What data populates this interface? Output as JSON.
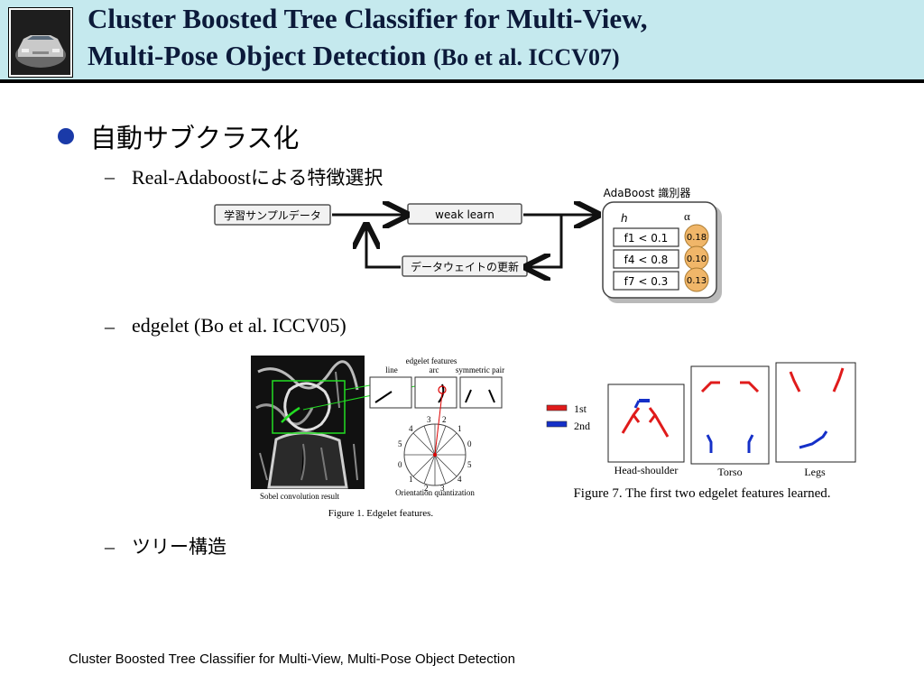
{
  "header": {
    "title_line1": "Cluster Boosted Tree Classifier for Multi-View,",
    "title_line2": "Multi-Pose Object Detection",
    "citation": "(Bo et al. ICCV07)"
  },
  "bullets": {
    "main": "自動サブクラス化",
    "sub1": {
      "latin": "Real-Adaboost",
      "jp": "による特徴選択"
    },
    "sub2": "edgelet (Bo et al. ICCV05)",
    "sub3": "ツリー構造",
    "dash": "–"
  },
  "adaboost_diagram": {
    "input_box": "学習サンプルデータ",
    "weak_learn": "weak learn",
    "update": "データウェイトの更新",
    "classifier_title": "AdaBoost 識別器",
    "h_label": "h",
    "alpha_label": "α",
    "features": [
      {
        "cond": "f1 < 0.1",
        "alpha": "0.18"
      },
      {
        "cond": "f4 < 0.8",
        "alpha": "0.10"
      },
      {
        "cond": "f7 < 0.3",
        "alpha": "0.13"
      }
    ]
  },
  "figure1": {
    "edgelet_features": "edgelet features",
    "line": "line",
    "arc": "arc",
    "symmetric_pair": "symmetric pair",
    "sobel_caption": "Sobel convolution result",
    "orientation_caption": "Orientation quantization",
    "caption": "Figure 1. Edgelet features.",
    "dial_numbers": [
      "3",
      "2",
      "1",
      "4",
      "0",
      "5",
      "5",
      "0",
      "1",
      "4",
      "2",
      "3"
    ]
  },
  "figure7": {
    "legend_1st": "1st",
    "legend_2nd": "2nd",
    "panel_labels": [
      "Head-shoulder",
      "Torso",
      "Legs"
    ],
    "caption": "Figure 7. The first two edgelet features learned.",
    "colors": {
      "first": "#e01b1b",
      "second": "#1530c8"
    }
  },
  "footer": "Cluster Boosted Tree Classifier for Multi-View, Multi-Pose Object Detection"
}
